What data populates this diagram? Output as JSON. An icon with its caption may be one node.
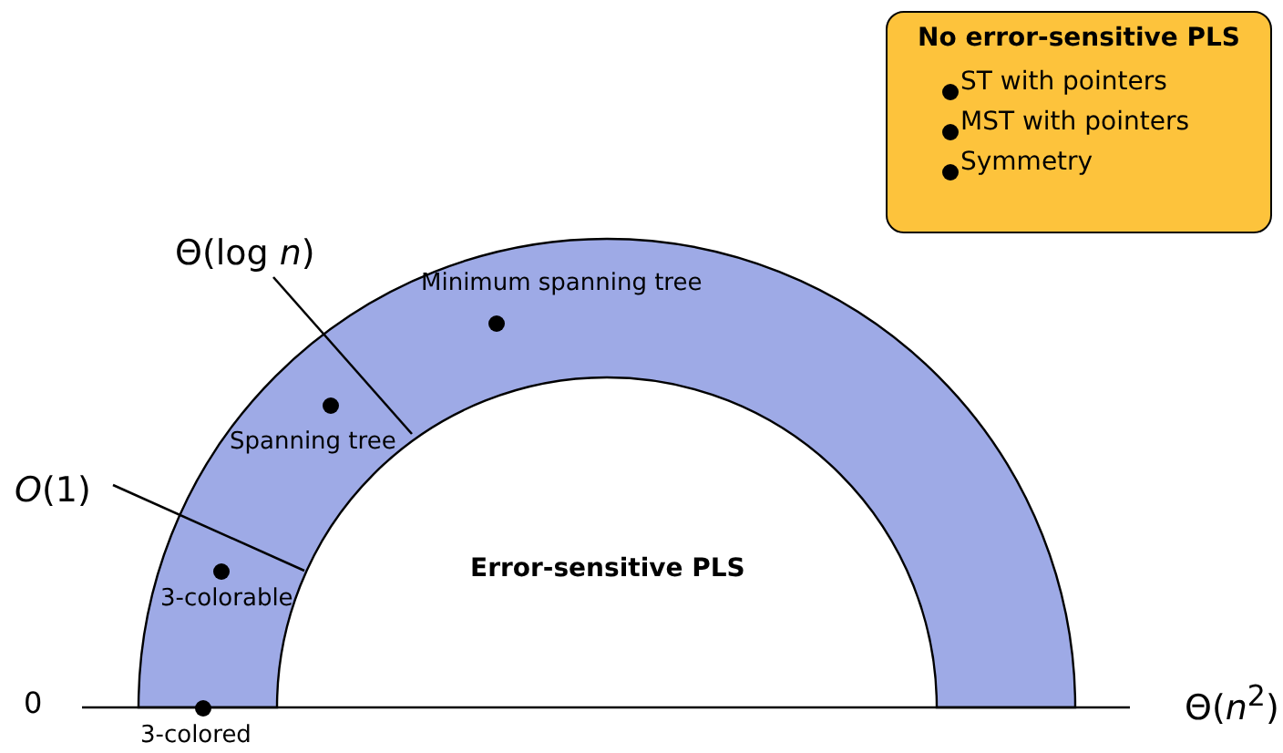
{
  "diagram": {
    "nodes": [
      {
        "text": [
          "No error-sensitive PLS",
          "ST with pointers",
          "MST with pointers",
          "Symmetry"
        ]
      }
    ],
    "edges": [],
    "labels": [
      "Θ(log *n*)",
      "Minimum spanning tree",
      "Spanning tree",
      "*O*(1)",
      "3-colorable",
      "Error-sensitive PLS",
      "0",
      "3-colored",
      "Θ(*n*$^{2}$)"
    ]
  }
}
